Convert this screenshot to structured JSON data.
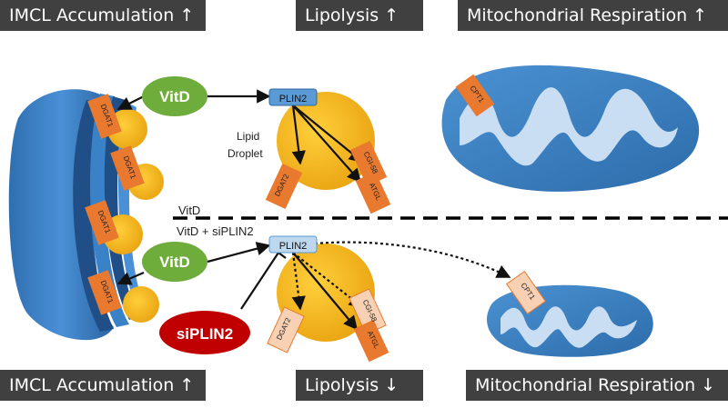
{
  "banners": {
    "top_left": "IMCL Accumulation ↑",
    "top_center": "Lipolysis ↑",
    "top_right": "Mitochondrial Respiration ↑",
    "bottom_left": "IMCL Accumulation ↑",
    "bottom_center": "Lipolysis ↓",
    "bottom_right": "Mitochondrial Respiration ↓"
  },
  "labels": {
    "vitd_top": "VitD",
    "vitd_bottom": "VitD",
    "siplin2": "siPLIN2",
    "plin2_top": "PLIN2",
    "plin2_bottom": "PLIN2",
    "lipid_droplet_line1": "Lipid",
    "lipid_droplet_line2": "Droplet",
    "dgat1": "DGAT1",
    "dgat2": "DGAT2",
    "cgi58": "CGI-58",
    "atgl": "ATGL",
    "cpt1": "CPT1",
    "condition_top": "VitD",
    "condition_bottom": "VitD + siPLIN2"
  },
  "colors": {
    "banner_bg": "#404040",
    "er_blue": "#3b7fc4",
    "droplet_yellow": "#f3b21b",
    "tag_orange": "#e9792f",
    "tag_pale": "#f8d1b4",
    "vitd_green": "#6eac3c",
    "siplin2_red": "#c00000",
    "plin2_blue": "#5b9bd5",
    "plin2_pale": "#bdd7ee",
    "mito_outer": "#3f86c8",
    "mito_inner": "#c9def3"
  }
}
